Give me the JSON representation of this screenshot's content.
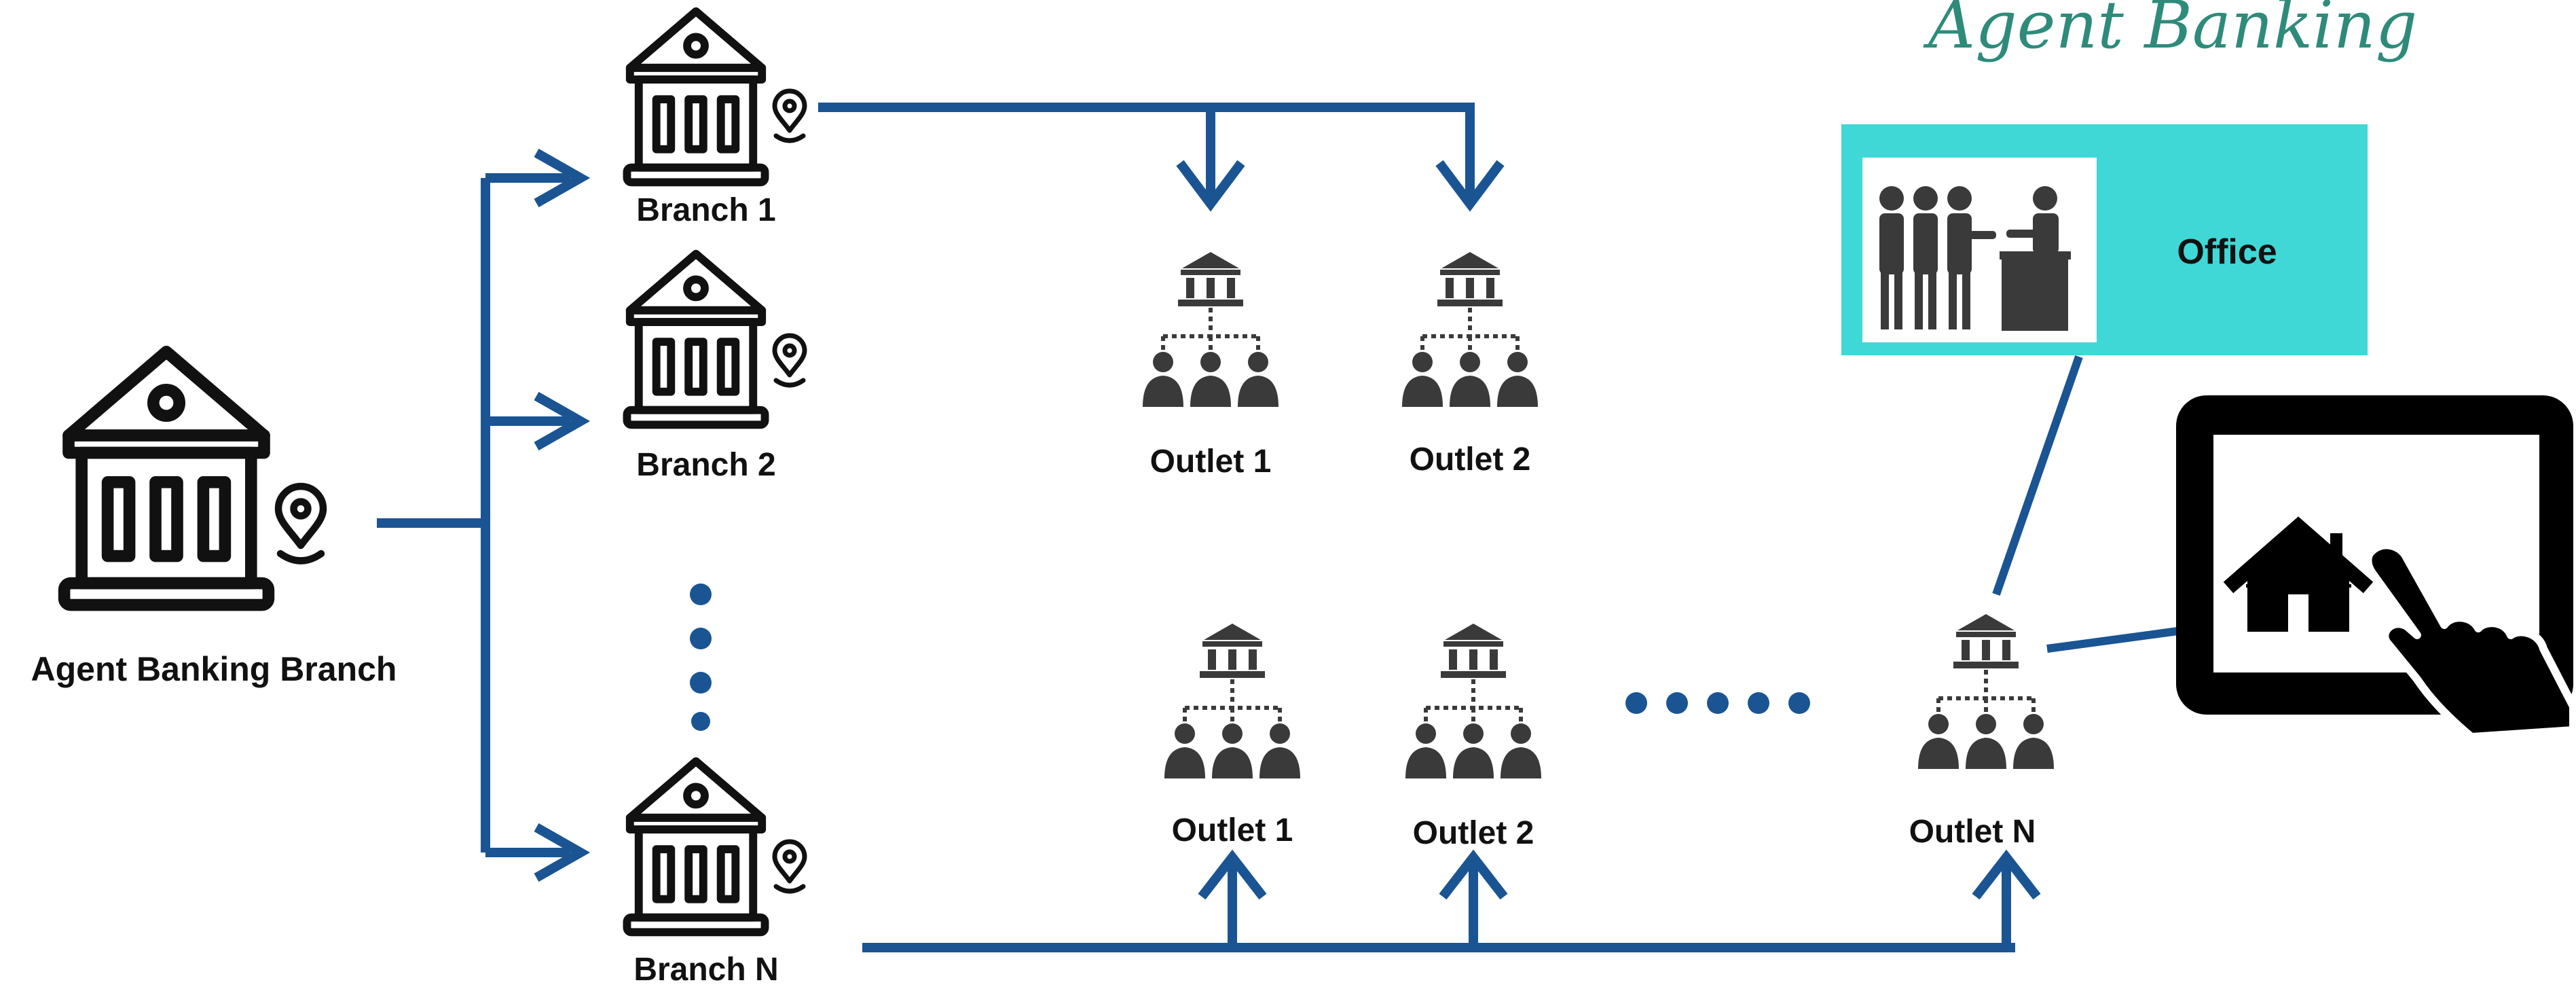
{
  "title": "Agent Banking",
  "root": {
    "label": "Agent Banking Branch"
  },
  "branches": [
    {
      "label": "Branch 1"
    },
    {
      "label": "Branch 2"
    },
    {
      "label": "Branch N"
    }
  ],
  "outlets_top": [
    {
      "label": "Outlet 1"
    },
    {
      "label": "Outlet 2"
    }
  ],
  "outlets_bottom": [
    {
      "label": "Outlet 1"
    },
    {
      "label": "Outlet 2"
    },
    {
      "label": "Outlet N"
    }
  ],
  "office": {
    "label": "Office"
  },
  "colors": {
    "flow": "#1a5493",
    "office_bg": "#3fd8d6",
    "icon_dark": "#3a3a3a"
  },
  "icons": [
    "bank-icon",
    "location-pin-icon",
    "outlet-network-icon",
    "office-people-icon",
    "tablet-touch-icon"
  ]
}
